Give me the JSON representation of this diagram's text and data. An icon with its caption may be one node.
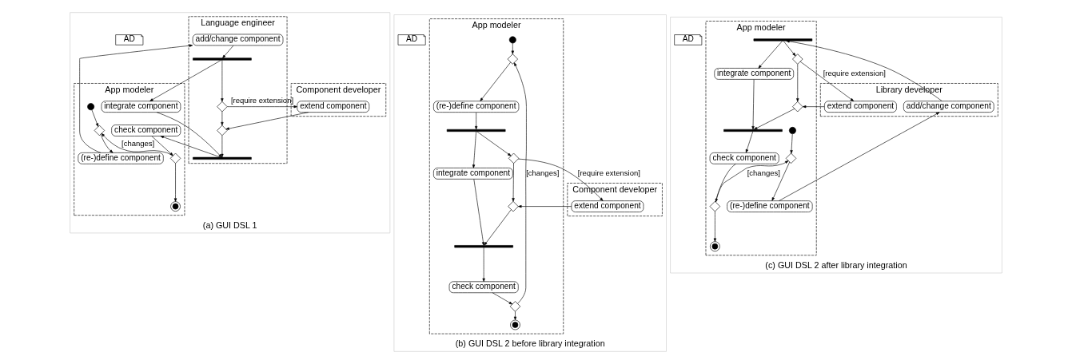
{
  "diagram": {
    "nodes": [
      {
        "text": [
          "(a) GUI DSL 1"
        ]
      },
      {
        "text": [
          "AD"
        ],
        "in": 0
      },
      {
        "text": [
          "App modeler"
        ],
        "in": 0
      },
      {
        "text": [
          "Language engineer"
        ],
        "in": 0
      },
      {
        "text": [
          "Component developer"
        ],
        "in": 0
      },
      {
        "text": [],
        "shape": "circle",
        "in": 2
      },
      {
        "text": [],
        "shape": "diamond",
        "in": 2
      },
      {
        "text": [
          "(re-)define component"
        ],
        "in": 2
      },
      {
        "text": [
          "add/change component"
        ],
        "in": 3
      },
      {
        "text": [],
        "shape": "bar",
        "in": 3
      },
      {
        "text": [
          "integrate component"
        ],
        "in": 2
      },
      {
        "text": [],
        "shape": "diamond",
        "in": 3
      },
      {
        "text": [
          "extend component"
        ],
        "in": 4
      },
      {
        "text": [],
        "shape": "diamond",
        "in": 3
      },
      {
        "text": [],
        "shape": "bar",
        "in": 3
      },
      {
        "text": [
          "check component"
        ],
        "in": 2
      },
      {
        "text": [],
        "shape": "diamond",
        "in": 2
      },
      {
        "text": [],
        "shape": "circle",
        "in": 2
      },
      {
        "text": [
          "(b) GUI DSL 2 before library integration"
        ]
      },
      {
        "text": [
          "AD"
        ],
        "in": 18
      },
      {
        "text": [
          "App modeler"
        ],
        "in": 18
      },
      {
        "text": [
          "Component developer"
        ],
        "in": 18
      },
      {
        "text": [],
        "shape": "circle",
        "in": 20
      },
      {
        "text": [],
        "shape": "diamond",
        "in": 20
      },
      {
        "text": [
          "(re-)define component"
        ],
        "in": 20
      },
      {
        "text": [],
        "shape": "bar",
        "in": 20
      },
      {
        "text": [
          "integrate component"
        ],
        "in": 20
      },
      {
        "text": [],
        "shape": "diamond",
        "in": 20
      },
      {
        "text": [
          "extend component"
        ],
        "in": 21
      },
      {
        "text": [],
        "shape": "diamond",
        "in": 20
      },
      {
        "text": [],
        "shape": "bar",
        "in": 20
      },
      {
        "text": [
          "check component"
        ],
        "in": 20
      },
      {
        "text": [],
        "shape": "diamond",
        "in": 20
      },
      {
        "text": [],
        "shape": "circle",
        "in": 20
      },
      {
        "text": [
          "(c) GUI DSL 2 after library integration"
        ]
      },
      {
        "text": [
          "AD"
        ],
        "in": 34
      },
      {
        "text": [
          "App modeler"
        ],
        "in": 34
      },
      {
        "text": [
          "Library developer"
        ],
        "in": 34
      },
      {
        "text": [],
        "shape": "circle",
        "in": 36
      },
      {
        "text": [],
        "shape": "diamond",
        "in": 36
      },
      {
        "text": [
          "(re-)define component"
        ],
        "in": 36
      },
      {
        "text": [
          "add/change component"
        ],
        "in": 37
      },
      {
        "text": [],
        "shape": "bar",
        "in": 36
      },
      {
        "text": [
          "integrate component"
        ],
        "in": 36
      },
      {
        "text": [],
        "shape": "diamond",
        "in": 36
      },
      {
        "text": [
          "extend component"
        ],
        "in": 37
      },
      {
        "text": [],
        "shape": "diamond",
        "in": 36
      },
      {
        "text": [],
        "shape": "bar",
        "in": 36
      },
      {
        "text": [
          "check component"
        ],
        "in": 36
      },
      {
        "text": [],
        "shape": "diamond",
        "in": 36
      },
      {
        "text": [],
        "shape": "circle",
        "in": 36
      }
    ],
    "edges": [
      {
        "from": 5,
        "to": 6,
        "arrow": "to"
      },
      {
        "from": 6,
        "to": 7,
        "arrow": "to"
      },
      {
        "from": 7,
        "to": 8,
        "arrow": "to"
      },
      {
        "from": 8,
        "to": 9,
        "arrow": "to"
      },
      {
        "from": 9,
        "to": 10,
        "arrow": "to"
      },
      {
        "from": 9,
        "to": 11,
        "arrow": "to"
      },
      {
        "from": 11,
        "to": 12,
        "arrow": "to",
        "label": "[require extension]"
      },
      {
        "from": 11,
        "to": 13,
        "arrow": "to"
      },
      {
        "from": 12,
        "to": 13,
        "arrow": "to"
      },
      {
        "from": 10,
        "to": 14,
        "arrow": "to"
      },
      {
        "from": 13,
        "to": 14,
        "arrow": "to"
      },
      {
        "from": 14,
        "to": 15,
        "arrow": "to"
      },
      {
        "from": 15,
        "to": 16,
        "arrow": "to"
      },
      {
        "from": 16,
        "to": 17,
        "arrow": "to"
      },
      {
        "from": 16,
        "to": 6,
        "arrow": "to",
        "label": "[changes]"
      },
      {
        "from": 22,
        "to": 23,
        "arrow": "to"
      },
      {
        "from": 23,
        "to": 24,
        "arrow": "to"
      },
      {
        "from": 24,
        "to": 25,
        "arrow": "to"
      },
      {
        "from": 25,
        "to": 26,
        "arrow": "to"
      },
      {
        "from": 25,
        "to": 27,
        "arrow": "to"
      },
      {
        "from": 27,
        "to": 28,
        "arrow": "to",
        "label": "[require extension]"
      },
      {
        "from": 27,
        "to": 29,
        "arrow": "to"
      },
      {
        "from": 28,
        "to": 29,
        "arrow": "to"
      },
      {
        "from": 26,
        "to": 30,
        "arrow": "to"
      },
      {
        "from": 29,
        "to": 30,
        "arrow": "to"
      },
      {
        "from": 30,
        "to": 31,
        "arrow": "to"
      },
      {
        "from": 31,
        "to": 32,
        "arrow": "to"
      },
      {
        "from": 32,
        "to": 33,
        "arrow": "to"
      },
      {
        "from": 32,
        "to": 23,
        "arrow": "to",
        "label": "[changes]"
      },
      {
        "from": 38,
        "to": 39,
        "arrow": "to"
      },
      {
        "from": 39,
        "to": 40,
        "arrow": "to"
      },
      {
        "from": 40,
        "to": 41,
        "arrow": "to"
      },
      {
        "from": 41,
        "to": 42,
        "arrow": "to"
      },
      {
        "from": 42,
        "to": 43,
        "arrow": "to"
      },
      {
        "from": 42,
        "to": 44,
        "arrow": "to"
      },
      {
        "from": 44,
        "to": 45,
        "arrow": "to",
        "label": "[require extension]"
      },
      {
        "from": 44,
        "to": 46,
        "arrow": "to"
      },
      {
        "from": 45,
        "to": 46,
        "arrow": "to"
      },
      {
        "from": 43,
        "to": 47,
        "arrow": "to"
      },
      {
        "from": 46,
        "to": 47,
        "arrow": "to"
      },
      {
        "from": 47,
        "to": 48,
        "arrow": "to"
      },
      {
        "from": 48,
        "to": 49,
        "arrow": "to"
      },
      {
        "from": 49,
        "to": 50,
        "arrow": "to"
      },
      {
        "from": 49,
        "to": 39,
        "arrow": "to",
        "label": "[changes]"
      }
    ]
  }
}
